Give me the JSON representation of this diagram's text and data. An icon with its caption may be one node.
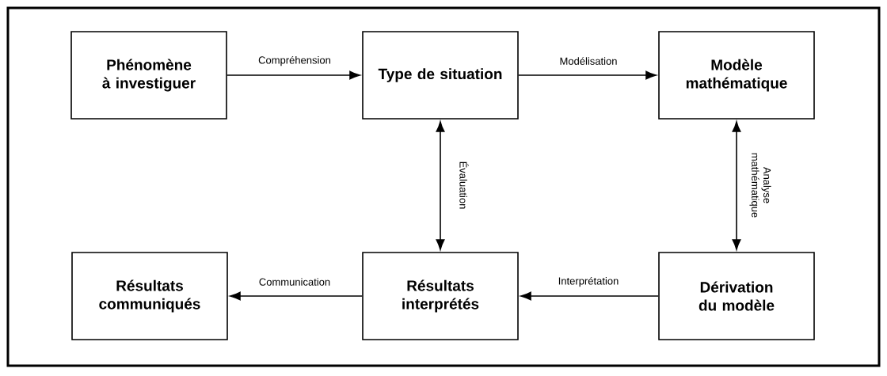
{
  "diagram": {
    "nodes": [
      {
        "text": [
          "Phénomène à investiguer"
        ]
      },
      {
        "text": [
          "Type de situation"
        ]
      },
      {
        "text": [
          "Modèle mathématique"
        ]
      },
      {
        "text": [
          "Résultats communiqués"
        ]
      },
      {
        "text": [
          "Résultats interprétés"
        ]
      },
      {
        "text": [
          "Dérivation du modèle"
        ]
      }
    ],
    "edges": [
      {
        "from": 0,
        "to": 1,
        "arrow": "to",
        "label": "Compréhension"
      },
      {
        "from": 1,
        "to": 2,
        "arrow": "to",
        "label": "Modélisation"
      },
      {
        "from": 1,
        "to": 4,
        "arrow": "both",
        "label": "Évaluation"
      },
      {
        "from": 2,
        "to": 5,
        "arrow": "both",
        "label": "Analyse mathématique"
      },
      {
        "from": 5,
        "to": 4,
        "arrow": "to",
        "label": "Interprétation"
      },
      {
        "from": 4,
        "to": 3,
        "arrow": "to",
        "label": "Communication"
      }
    ]
  }
}
